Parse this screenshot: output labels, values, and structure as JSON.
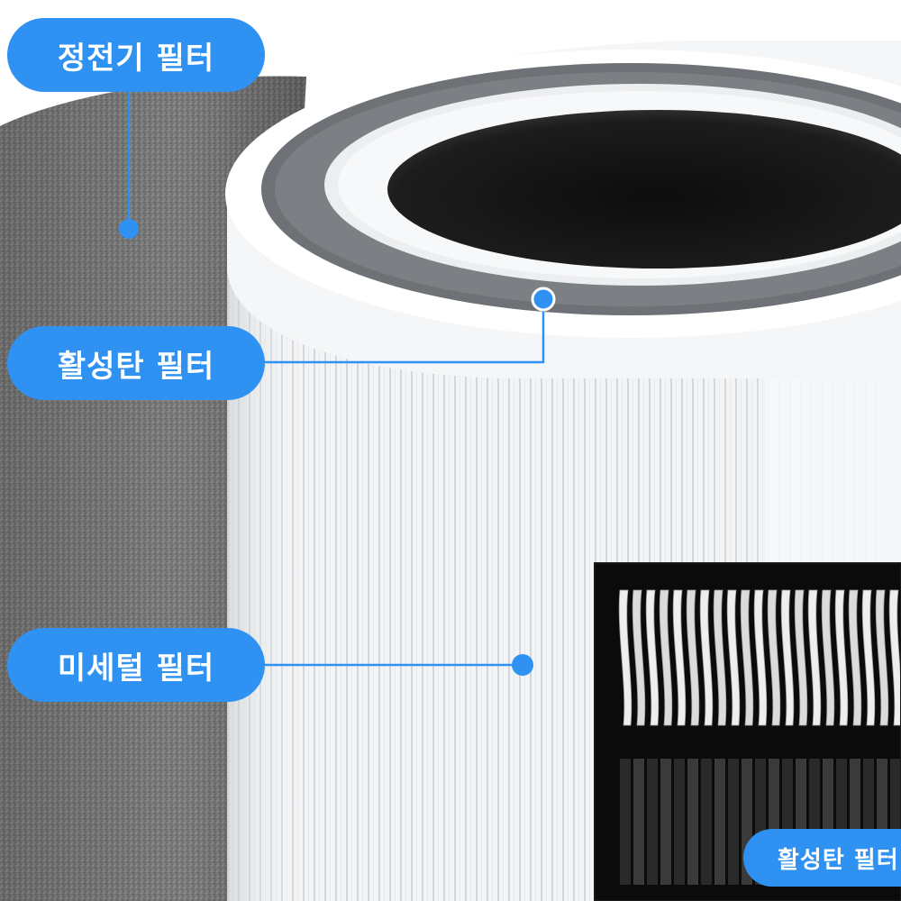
{
  "labels": {
    "electrostatic": "정전기 필터",
    "carbon": "활성탄 필터",
    "dust": "미세털 필터",
    "inset_carbon": "활성탄 필터"
  },
  "colors": {
    "accent": "#2f92f2",
    "felt": "#7a7a7a",
    "filter_white": "#f4f5f6",
    "inset_bg": "#0b0b0b"
  },
  "icons": {
    "marker": "dot"
  }
}
